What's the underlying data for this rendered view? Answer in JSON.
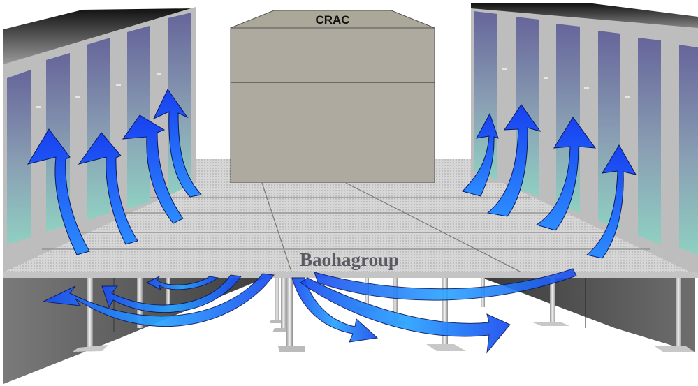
{
  "diagram": {
    "type": "raised-floor data center cooling airflow",
    "crac_unit": {
      "label": "CRAC"
    },
    "watermark": {
      "text": "Baohagroup"
    },
    "colors": {
      "background": "#ffffff",
      "crac_body": "#aeaaa0",
      "rack_frame": "#b9b9b9",
      "rack_glass_top": "#6c6c9c",
      "rack_glass_bottom": "#8ec4bc",
      "floor_tile": "#d4d4d4",
      "plenum_wall": "#555555",
      "airflow_arrow": "#1a52f0",
      "airflow_arrow_light": "#2aa0ff"
    },
    "elements": [
      "left server rack row (5 cabinets)",
      "right server rack row (6 cabinets)",
      "CRAC cooling unit",
      "perforated raised floor tiles",
      "underfloor plenum with support pedestals",
      "cold air arrows rising to racks",
      "cold air arrows flowing under floor"
    ]
  }
}
